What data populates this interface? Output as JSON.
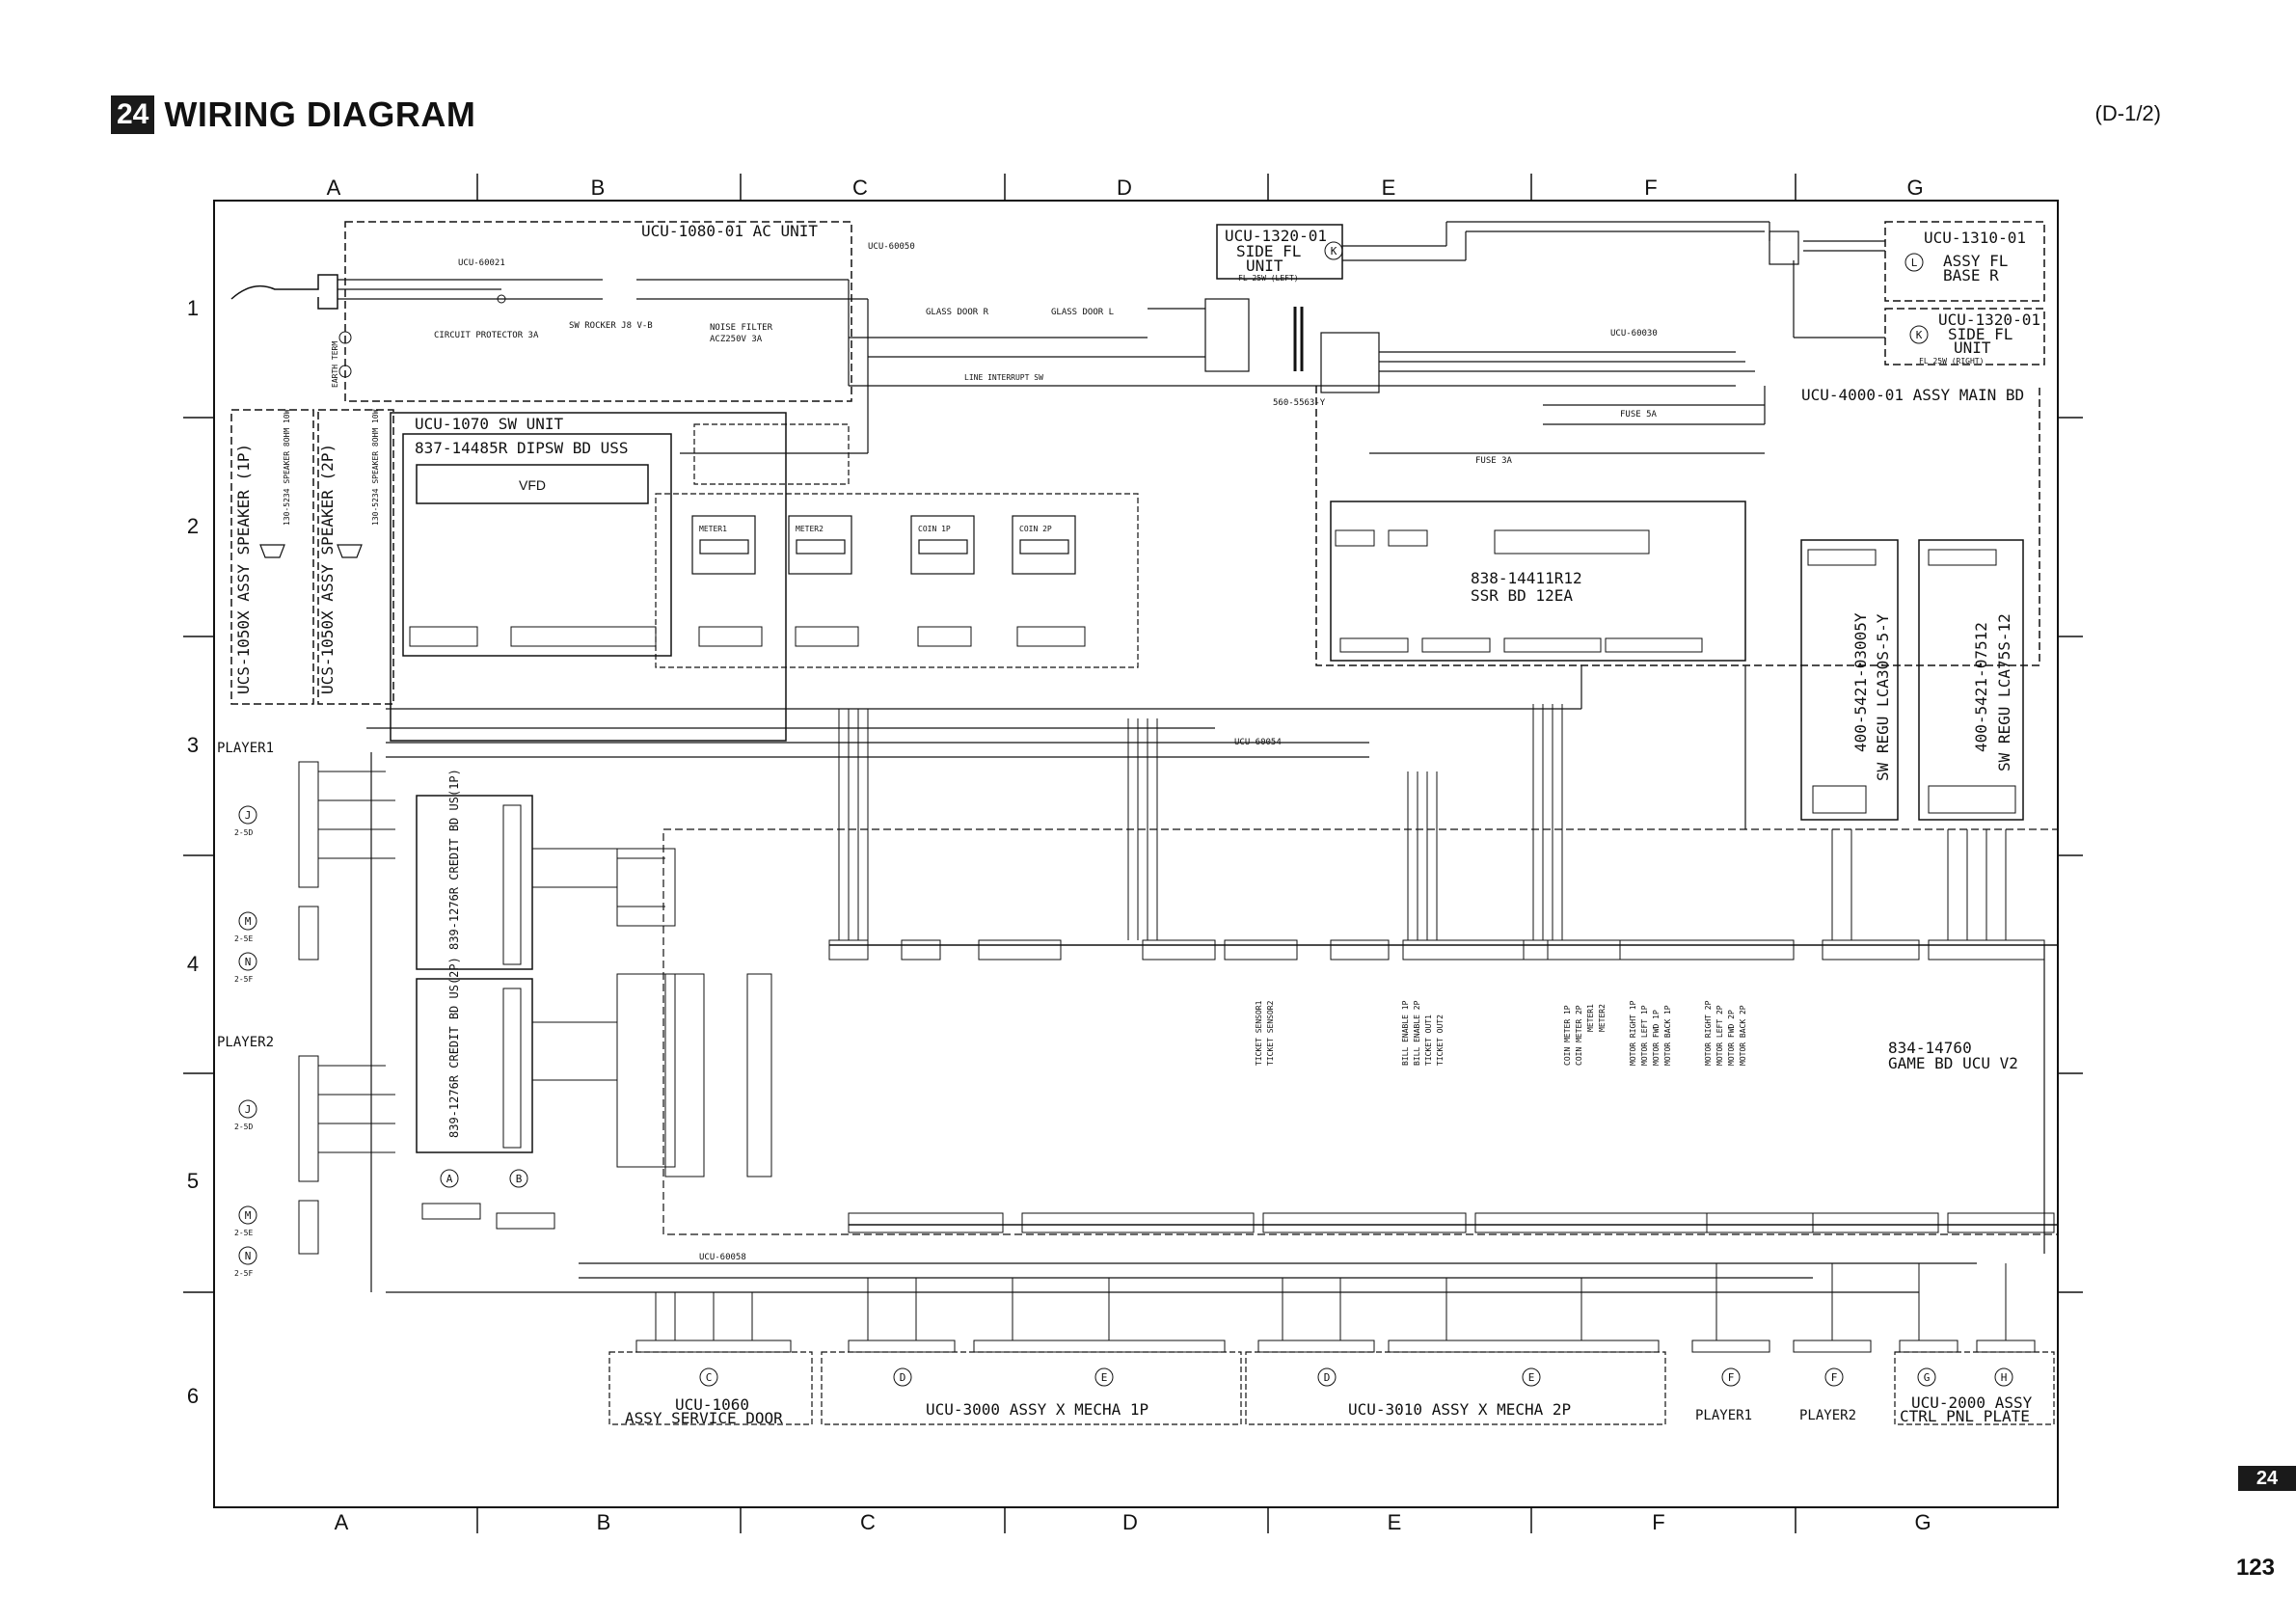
{
  "header": {
    "section_number": "24",
    "title": "WIRING DIAGRAM",
    "page_code": "(D-1/2)"
  },
  "footer": {
    "side_tab": "24",
    "page_number": "123"
  },
  "grid": {
    "columns": [
      "A",
      "B",
      "C",
      "D",
      "E",
      "F",
      "G"
    ],
    "rows": [
      "1",
      "2",
      "3",
      "4",
      "5",
      "6"
    ]
  },
  "labels": {
    "ac_unit": "UCU-1080-01 AC UNIT",
    "sw_unit": "UCU-1070 SW UNIT",
    "dipsw_bd": "837-14485R DIPSW BD USS",
    "vfd": "VFD",
    "fl_left_1": "UCU-1320-01",
    "fl_left_2": "SIDE FL",
    "fl_left_3": "UNIT",
    "fl_left_4": "FL 25W (LEFT)",
    "fl_base_1": "UCU-1310-01",
    "fl_base_2": "ASSY FL",
    "fl_base_3": "BASE R",
    "fl_right_1": "UCU-1320-01",
    "fl_right_2": "SIDE FL",
    "fl_right_3": "UNIT",
    "fl_right_4": "FL 25W (RIGHT)",
    "main_bd": "UCU-4000-01 ASSY MAIN BD",
    "speaker_1p": "UCS-1050X ASSY SPEAKER (1P)",
    "speaker_2p": "UCS-1050X ASSY SPEAKER (2P)",
    "speaker_spec": "130-5234 SPEAKER 8OHM 10W",
    "ssr_1": "838-14411R12",
    "ssr_2": "SSR BD 12EA",
    "regu_1_1": "400-5421-03005Y",
    "regu_1_2": "SW REGU LCA30S-5-Y",
    "regu_2_1": "400-5421-07512",
    "regu_2_2": "SW REGU LCA75S-12",
    "game_bd_1": "834-14760",
    "game_bd_2": "GAME BD UCU V2",
    "player1": "PLAYER1",
    "player2": "PLAYER2",
    "credit_1p": "839-1276R CREDIT BD US(1P)",
    "credit_2p": "839-1276R CREDIT BD US(2P)",
    "svc_door_1": "UCU-1060",
    "svc_door_2": "ASSY SERVICE DOOR",
    "mecha_1p": "UCU-3000 ASSY X MECHA 1P",
    "mecha_2p": "UCU-3010 ASSY X MECHA 2P",
    "bottom_player1": "PLAYER1",
    "bottom_player2": "PLAYER2",
    "ctrl_1": "UCU-2000 ASSY",
    "ctrl_2": "CTRL PNL PLATE",
    "meter_1": "METER1",
    "meter_2": "METER2",
    "coin_1p": "COIN 1P",
    "coin_2p": "COIN 2P",
    "cp_1": "CIRCUIT PROTECTOR 3A",
    "sw_rocker_1": "SW ROCKER J8 V-B",
    "noise_filter": "NOISE FILTER",
    "noise_filter_rating": "ACZ250V 3A",
    "glass_door_r": "GLASS DOOR R",
    "glass_door_l": "GLASS DOOR L",
    "interrupt_sw": "LINE INTERRUPT SW",
    "transformer": "560-5563-Y",
    "fuse_5a": "FUSE 5A",
    "fuse_3a": "FUSE 3A",
    "ac_cable": "UCU-60021",
    "cable_60050": "UCU-60050",
    "cable_60030": "UCU-60030",
    "cable_60054": "UCU-60054",
    "cable_60058": "UCU-60058",
    "earth": "EARTH TERM"
  },
  "connectors": {
    "J": "J",
    "M": "M",
    "N": "N",
    "A": "A",
    "B": "B",
    "C": "C",
    "D": "D",
    "E": "E",
    "F": "F",
    "G": "G",
    "H": "H",
    "K": "K",
    "L": "L"
  },
  "tags": {
    "J": "2-5D",
    "M": "2-5E",
    "N": "2-5F"
  },
  "game_bd_signals": [
    "COIN METER 1P",
    "COIN METER 2P",
    "METER1",
    "METER2",
    "MOTOR RIGHT 1P",
    "MOTOR LEFT 1P",
    "MOTOR FWD 1P",
    "MOTOR BACK 1P",
    "MOTOR RIGHT 2P",
    "MOTOR LEFT 2P",
    "MOTOR FWD 2P",
    "MOTOR BACK 2P",
    "TICKET SENSOR1",
    "TICKET SENSOR2",
    "BILL ENABLE 1P",
    "BILL ENABLE 2P",
    "TICKET OUT1",
    "TICKET OUT2"
  ]
}
